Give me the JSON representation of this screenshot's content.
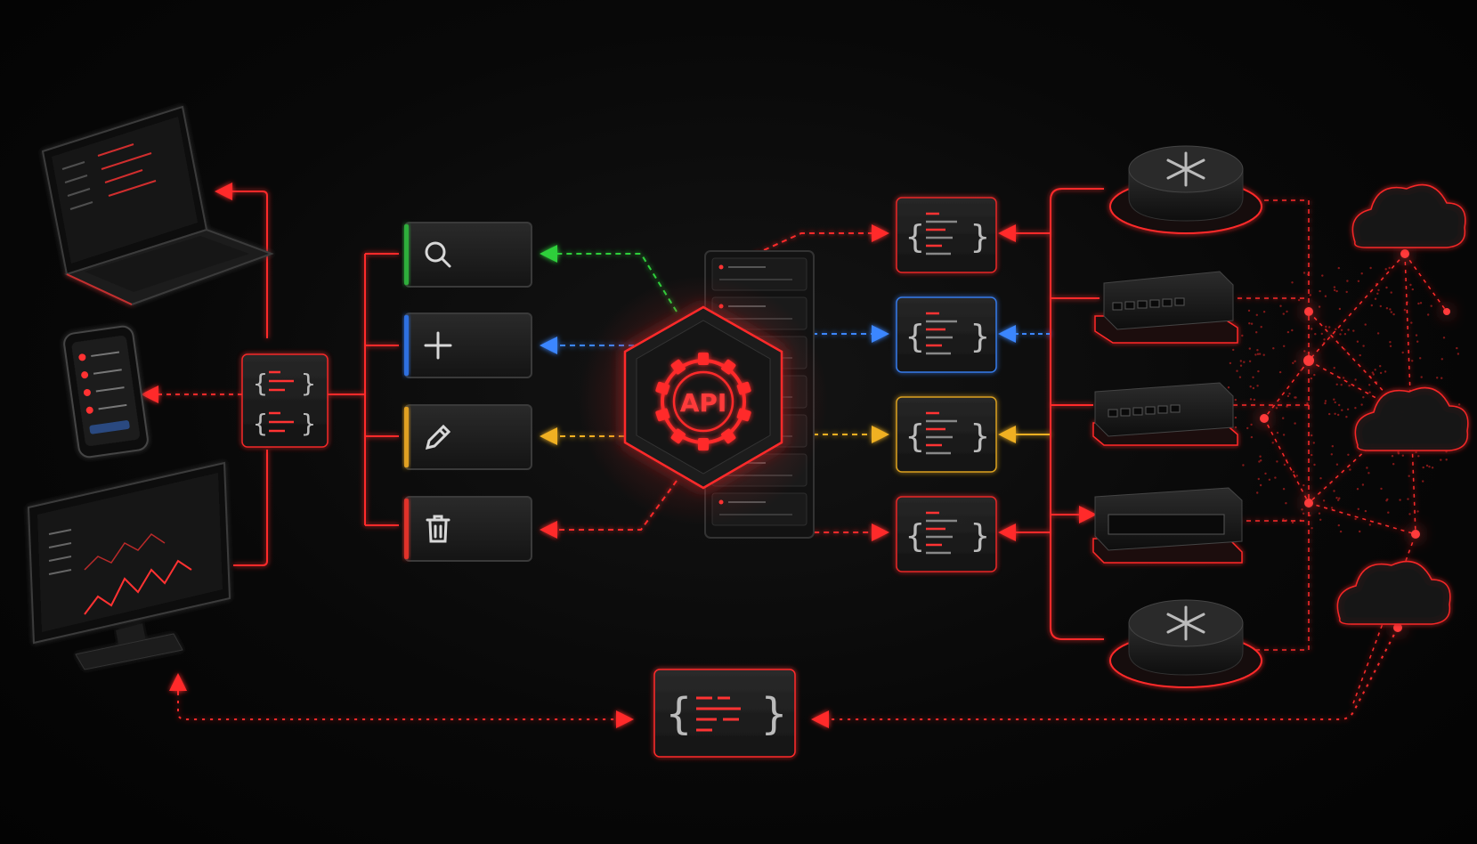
{
  "hub": {
    "label": "API"
  },
  "actions": [
    {
      "id": "search",
      "icon": "search-icon",
      "accent": "#2fae3a"
    },
    {
      "id": "create",
      "icon": "plus-icon",
      "accent": "#2f6fe0"
    },
    {
      "id": "update",
      "icon": "pencil-icon",
      "accent": "#e0a020"
    },
    {
      "id": "delete",
      "icon": "trash-icon",
      "accent": "#e0302a"
    }
  ],
  "clients": [
    {
      "id": "laptop",
      "icon": "laptop-icon"
    },
    {
      "id": "phone",
      "icon": "smartphone-icon"
    },
    {
      "id": "monitor",
      "icon": "monitor-icon"
    }
  ],
  "network_devices": [
    {
      "id": "router-top",
      "icon": "router-icon"
    },
    {
      "id": "switch-1",
      "icon": "network-switch-icon"
    },
    {
      "id": "switch-2",
      "icon": "network-switch-icon"
    },
    {
      "id": "switch-3",
      "icon": "network-switch-icon"
    },
    {
      "id": "router-bottom",
      "icon": "router-icon"
    }
  ],
  "clouds": [
    {
      "id": "cloud-top",
      "icon": "cloud-icon"
    },
    {
      "id": "cloud-middle",
      "icon": "cloud-icon"
    },
    {
      "id": "cloud-bottom",
      "icon": "cloud-icon"
    }
  ],
  "colors": {
    "primary": "#ff2a2a",
    "green": "#2fcf3a",
    "blue": "#3a86ff",
    "amber": "#f0b020",
    "panel": "#1a1a1a",
    "background": "#050505"
  }
}
